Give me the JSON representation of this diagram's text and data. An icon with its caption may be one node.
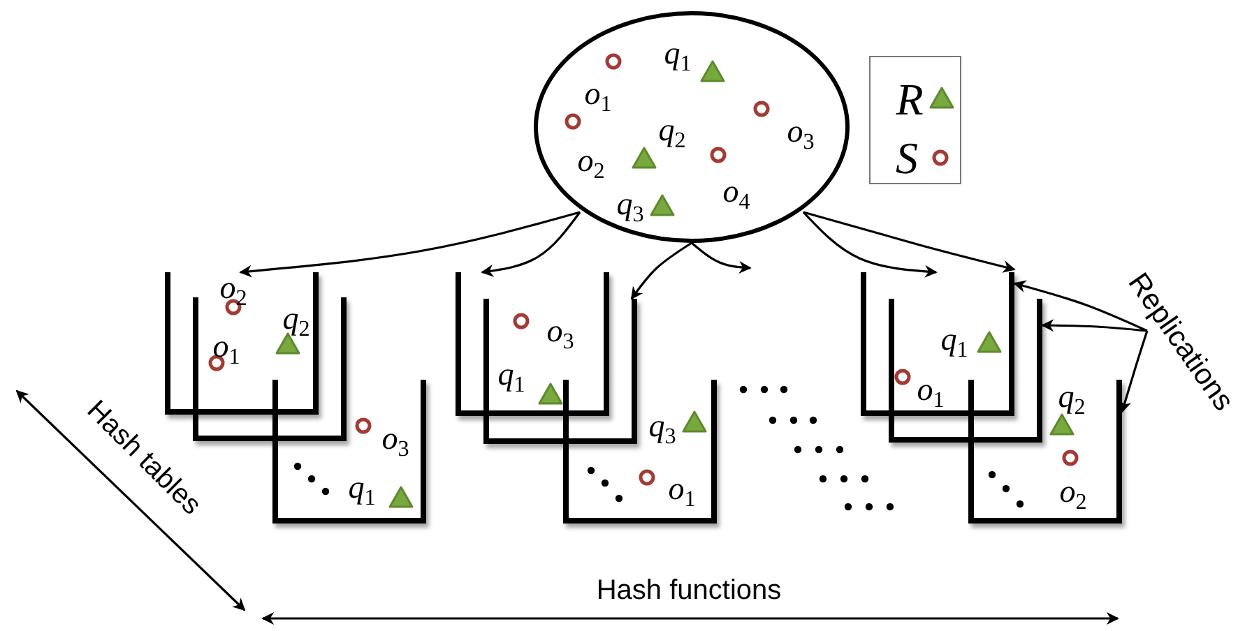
{
  "diagram": {
    "nodes": [
      {
        "text": [
          "q$_{1}$",
          "o$_{1}$",
          "q$_{2}$",
          "o$_{3}$",
          "o$_{2}$",
          "q$_{3}$",
          "o$_{4}$"
        ]
      },
      {
        "text": [
          "o$_{2}$",
          "q$_{2}$",
          "o$_{1}$"
        ]
      },
      {
        "text": [],
        "shape": "bucket"
      },
      {
        "text": [
          "o$_{3}$",
          "q$_{1}$"
        ]
      },
      {
        "text": [
          "o$_{3}$",
          "q$_{1}$"
        ]
      },
      {
        "text": [],
        "shape": "bucket"
      },
      {
        "text": [
          "q$_{3}$",
          "o$_{1}$"
        ]
      },
      {
        "text": [
          "q$_{1}$",
          "o$_{1}$"
        ]
      },
      {
        "text": [],
        "shape": "bucket"
      },
      {
        "text": [
          "q$_{2}$",
          "o$_{2}$"
        ]
      },
      {
        "text": [
          "Replications"
        ]
      }
    ],
    "edges": [
      {
        "from": 0,
        "to": 1,
        "arrow": "to"
      },
      {
        "from": 0,
        "to": 4,
        "arrow": "to"
      },
      {
        "from": 0,
        "to": 5,
        "arrow": "to"
      },
      {
        "from": 0,
        "to": null,
        "arrow": "to"
      },
      {
        "from": 0,
        "to": 7,
        "arrow": "to"
      },
      {
        "from": 0,
        "to": 7,
        "arrow": "to"
      },
      {
        "from": 10,
        "to": 7,
        "arrow": "to"
      },
      {
        "from": 10,
        "to": 8,
        "arrow": "to"
      },
      {
        "from": 10,
        "to": 9,
        "arrow": "to"
      }
    ],
    "labels": [
      "Hash tables",
      "Hash functions"
    ],
    "legend": [
      {
        "text": "R"
      },
      {
        "text": "S"
      }
    ]
  }
}
